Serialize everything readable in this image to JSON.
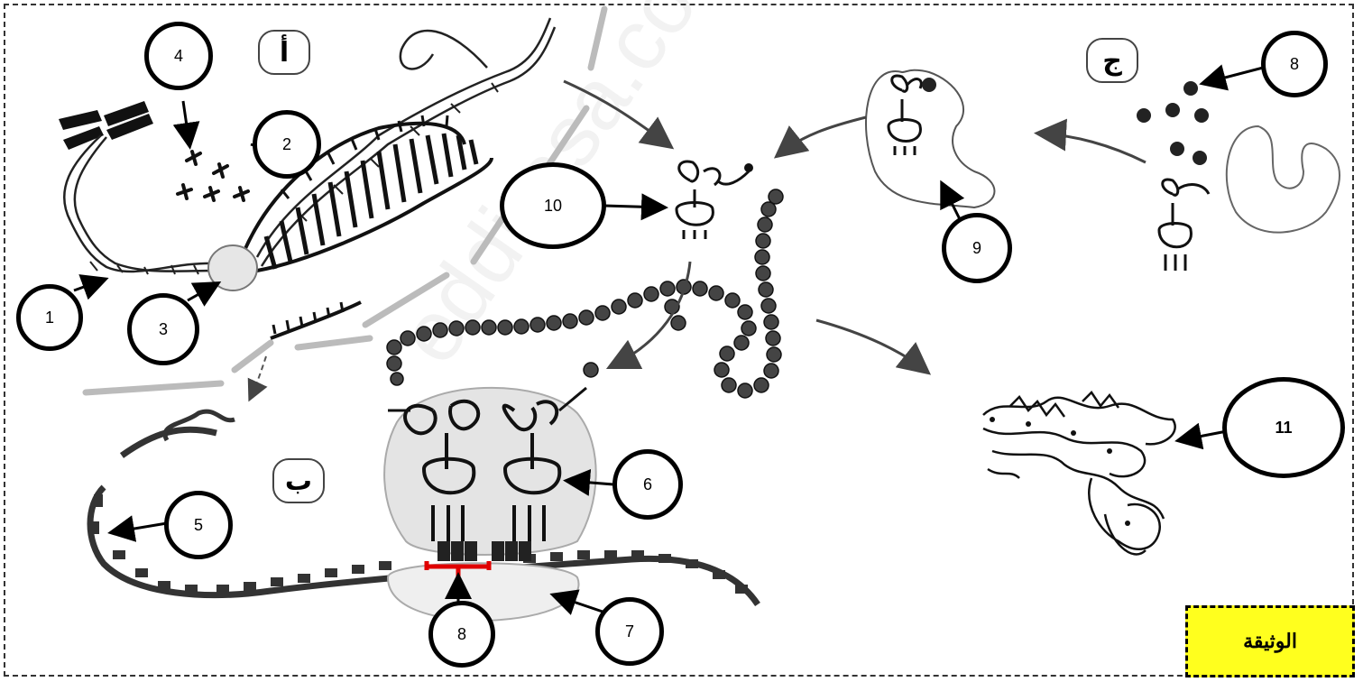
{
  "document_label": "الوثيقة",
  "watermark": "eddirasa.com",
  "sections": {
    "a": "أ",
    "b": "ب",
    "c": "ج"
  },
  "labels": [
    "1",
    "2",
    "3",
    "4",
    "5",
    "6",
    "7",
    "8",
    "8",
    "9",
    "10",
    "11"
  ],
  "colors": {
    "marker": "#e00000",
    "label_box": "#ffff1e",
    "ink": "#000000"
  }
}
